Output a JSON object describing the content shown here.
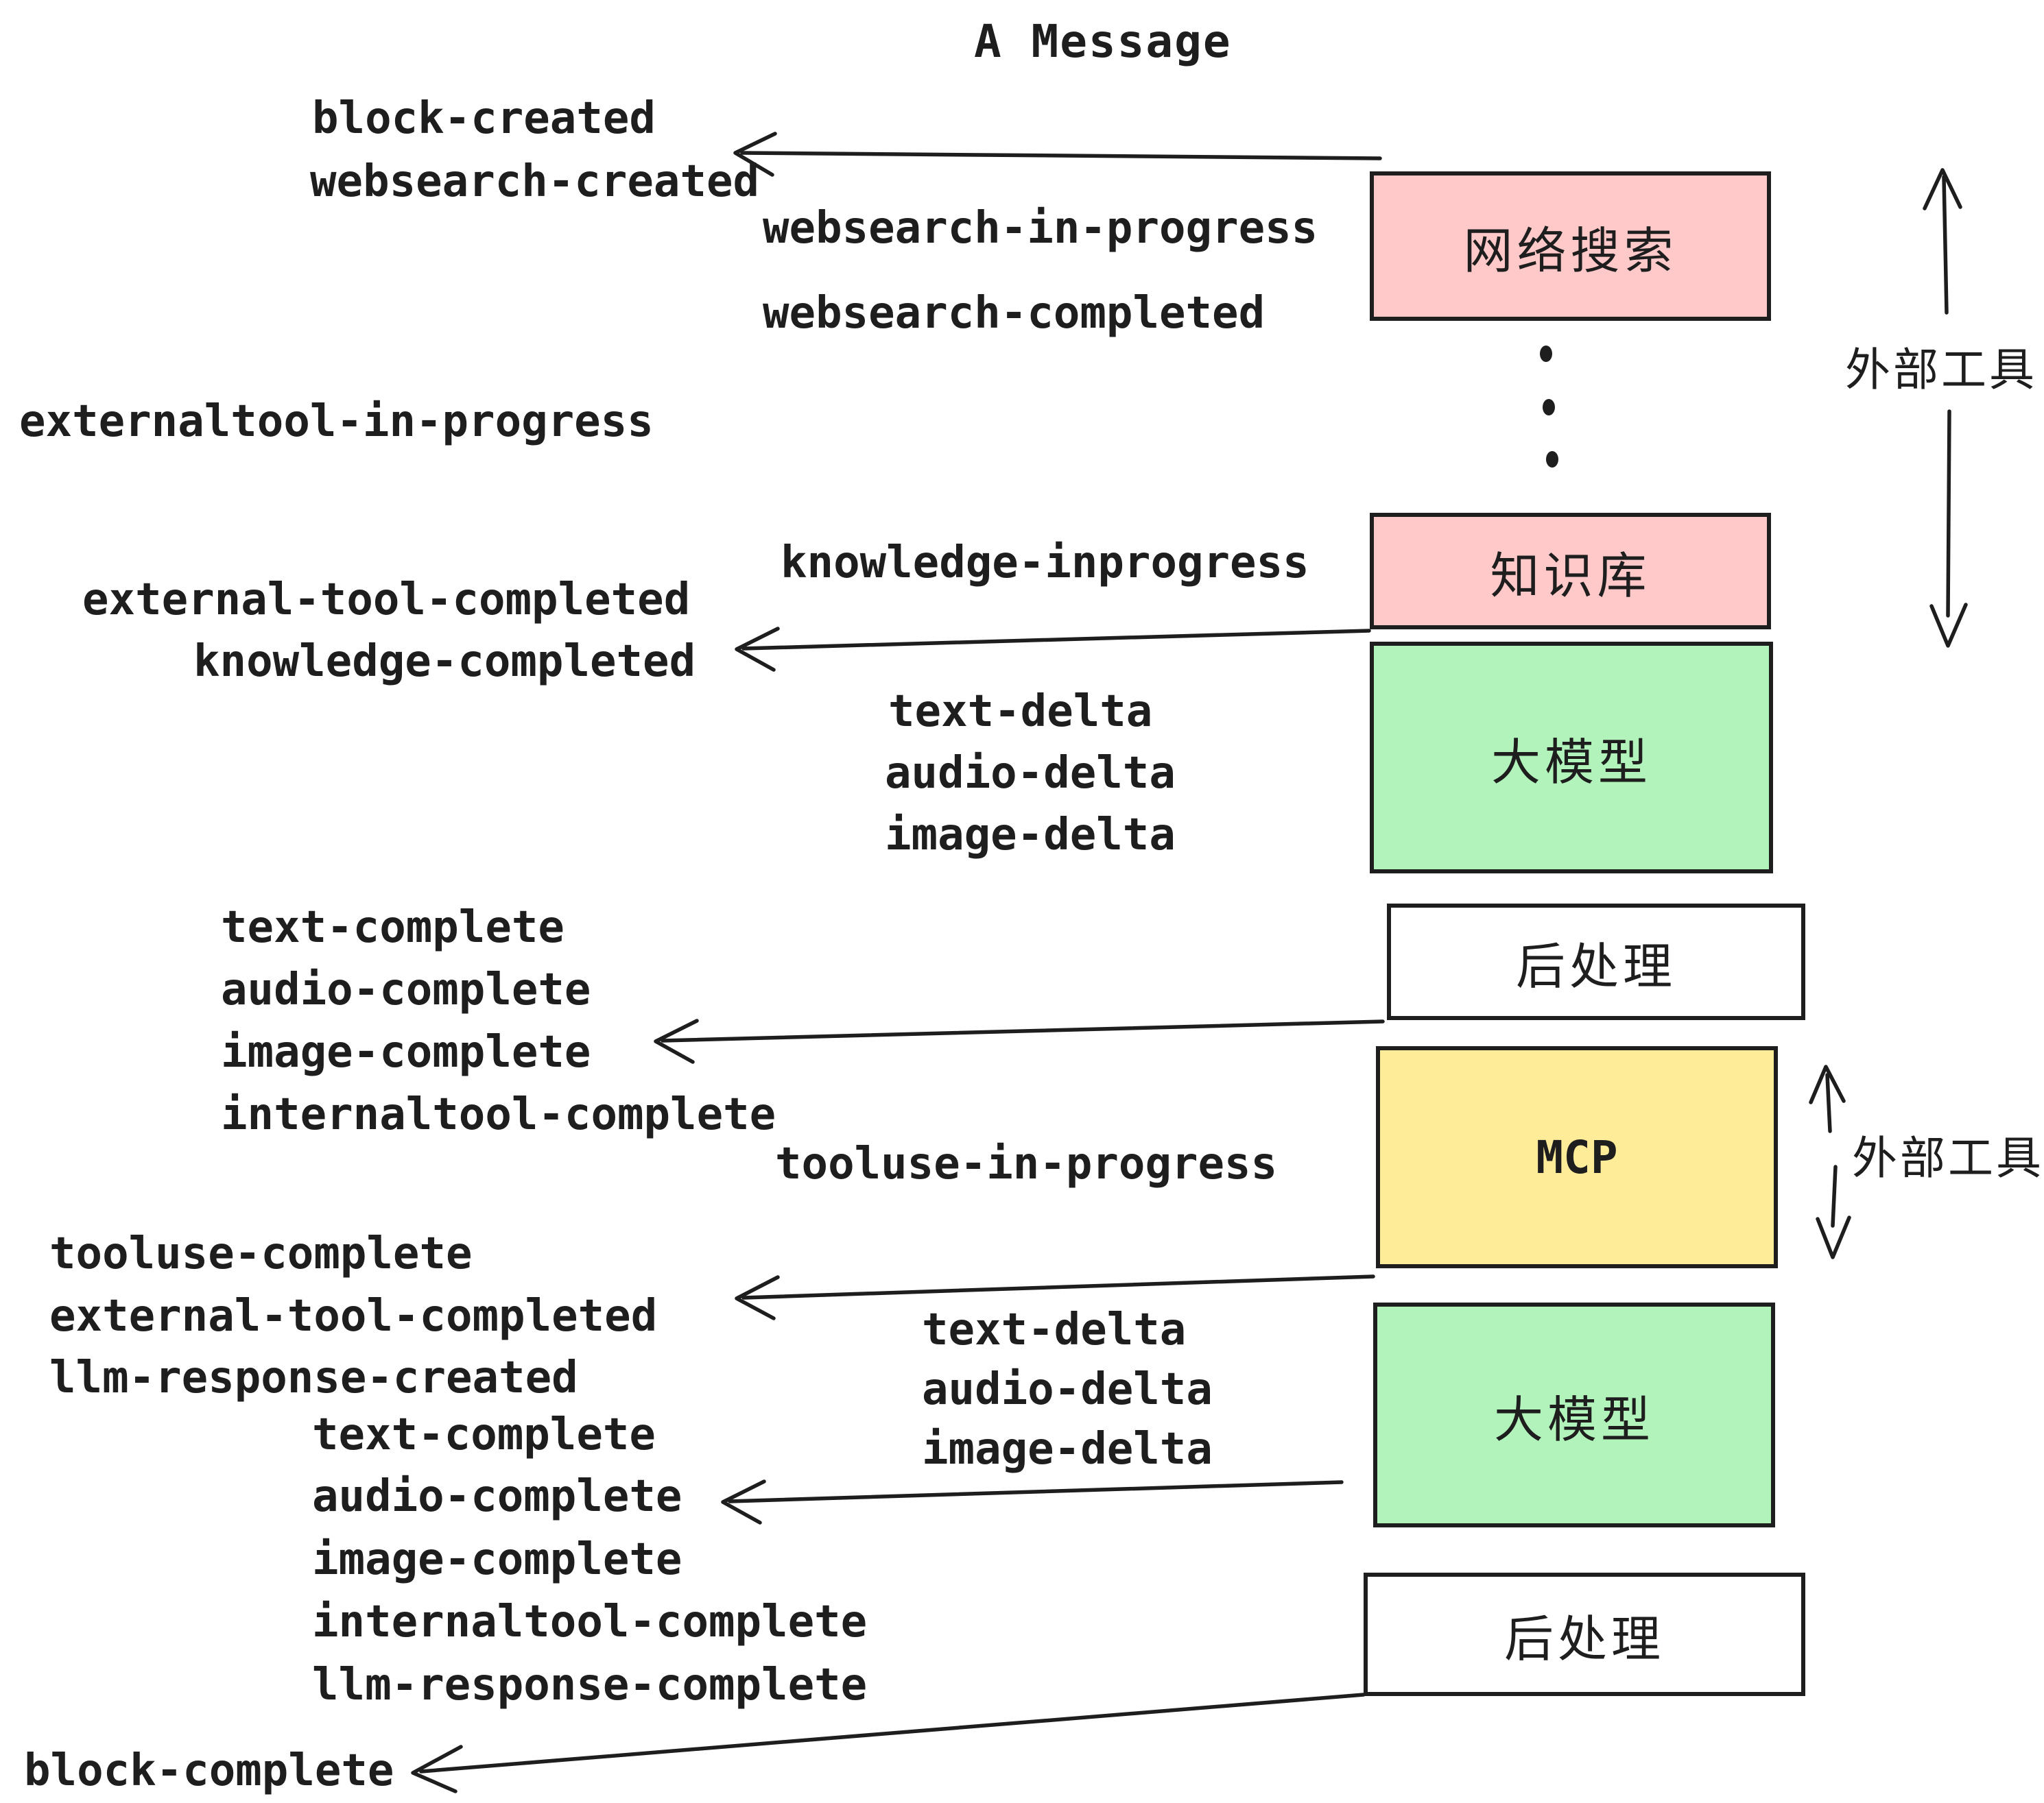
{
  "title": "A Message",
  "palette": {
    "pink": "#ffc9c9",
    "green": "#b2f2bb",
    "yellow": "#ffec99",
    "white": "#ffffff",
    "ink": "#1e1e1e"
  },
  "boxes": [
    {
      "label": "网络搜索",
      "fill": "pink"
    },
    {
      "label": "知识库",
      "fill": "pink"
    },
    {
      "label": "大模型",
      "fill": "green"
    },
    {
      "label": "后处理",
      "fill": "white"
    },
    {
      "label": "MCP",
      "fill": "yellow"
    },
    {
      "label": "大模型",
      "fill": "green"
    },
    {
      "label": "后处理",
      "fill": "white"
    }
  ],
  "side_labels": [
    {
      "label": "外部工具"
    },
    {
      "label": "外部工具"
    }
  ],
  "events": [
    {
      "text": "block-created"
    },
    {
      "text": "websearch-created"
    },
    {
      "text": "websearch-in-progress"
    },
    {
      "text": "websearch-completed"
    },
    {
      "text": "externaltool-in-progress"
    },
    {
      "text": "knowledge-inprogress"
    },
    {
      "text": "external-tool-completed"
    },
    {
      "text": "knowledge-completed"
    },
    {
      "text": "text-delta"
    },
    {
      "text": "audio-delta"
    },
    {
      "text": "image-delta"
    },
    {
      "text": "text-complete"
    },
    {
      "text": "audio-complete"
    },
    {
      "text": "image-complete"
    },
    {
      "text": "internaltool-complete"
    },
    {
      "text": "tooluse-in-progress"
    },
    {
      "text": "tooluse-complete"
    },
    {
      "text": "external-tool-completed"
    },
    {
      "text": "llm-response-created"
    },
    {
      "text": "text-delta"
    },
    {
      "text": "audio-delta"
    },
    {
      "text": "image-delta"
    },
    {
      "text": "text-complete"
    },
    {
      "text": "audio-complete"
    },
    {
      "text": "image-complete"
    },
    {
      "text": "internaltool-complete"
    },
    {
      "text": "llm-response-complete"
    },
    {
      "text": "block-complete"
    }
  ]
}
